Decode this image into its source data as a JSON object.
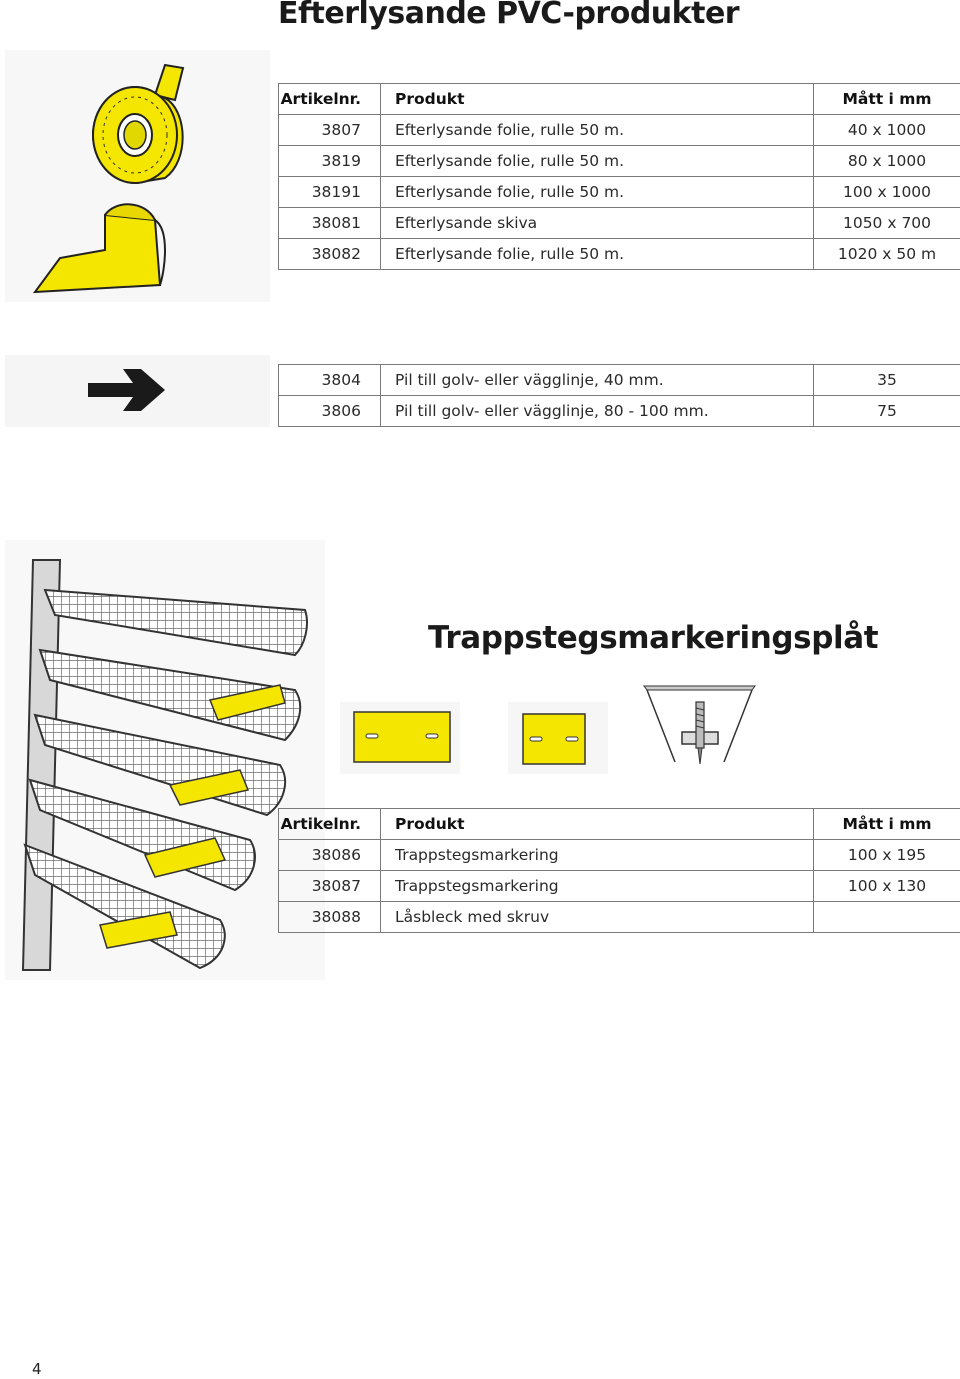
{
  "page_title": "Efterlysande PVC-produkter",
  "section_title": "Trappstegsmarkeringsplåt",
  "page_number": "4",
  "colors": {
    "yellow": "#f5e600",
    "table_border": "#7a7a7a",
    "text": "#1a1a1a"
  },
  "table1": {
    "headers": [
      "Artikelnr.",
      "Produkt",
      "Mått i mm"
    ],
    "rows": [
      [
        "3807",
        "Efterlysande folie, rulle 50 m.",
        "40 x 1000"
      ],
      [
        "3819",
        "Efterlysande folie, rulle 50 m.",
        "80 x 1000"
      ],
      [
        "38191",
        "Efterlysande folie, rulle 50 m.",
        "100 x 1000"
      ],
      [
        "38081",
        "Efterlysande skiva",
        "1050 x 700"
      ],
      [
        "38082",
        "Efterlysande folie, rulle 50 m.",
        "1020 x 50 m"
      ]
    ]
  },
  "table2": {
    "rows": [
      [
        "3804",
        "Pil till golv- eller vägglinje, 40 mm.",
        "35"
      ],
      [
        "3806",
        "Pil till golv- eller vägglinje, 80 - 100 mm.",
        "75"
      ]
    ]
  },
  "table3": {
    "headers": [
      "Artikelnr.",
      "Produkt",
      "Mått i mm"
    ],
    "rows": [
      [
        "38086",
        "Trappstegsmarkering",
        "100 x 195"
      ],
      [
        "38087",
        "Trappstegsmarkering",
        "100 x 130"
      ],
      [
        "38088",
        "Låsbleck med skruv",
        ""
      ]
    ]
  },
  "images": {
    "tape_roll": "yellow-tape-roll-image",
    "arrow": "black-arrow-image",
    "staircase": "spiral-staircase-image",
    "plate_large": "yellow-plate-large-image",
    "plate_small": "yellow-plate-small-image",
    "lock_plate": "lock-plate-with-screw-image"
  }
}
